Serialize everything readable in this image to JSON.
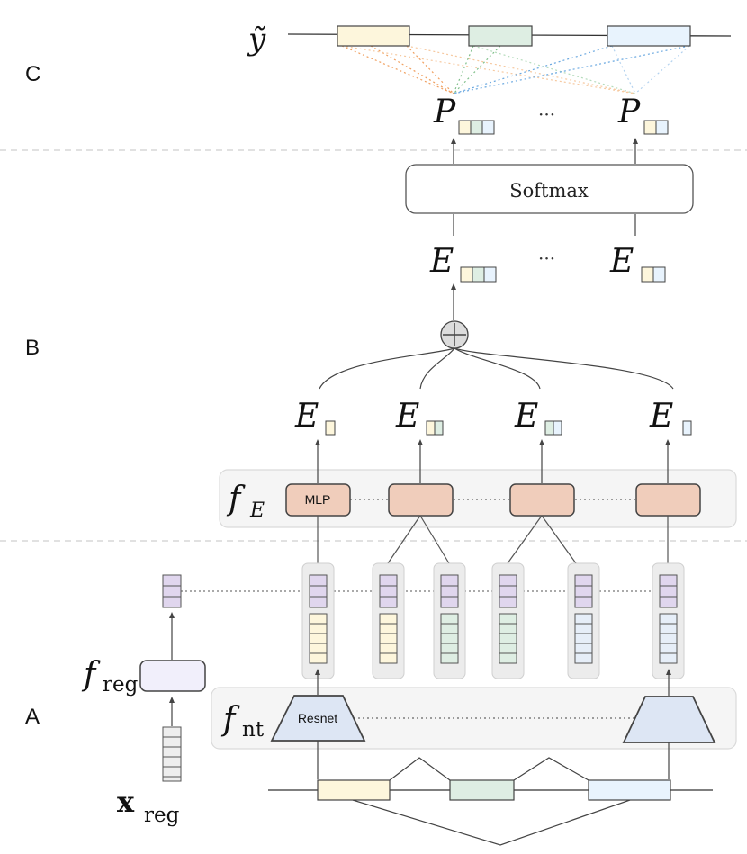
{
  "sections": {
    "a": "A",
    "b": "B",
    "c": "C"
  },
  "labels": {
    "y_tilde": "ỹ",
    "P": "P",
    "E": "E",
    "ellipsis": "···",
    "softmax": "Softmax",
    "f": "f",
    "f_E_sub": "E",
    "f_reg_sub": "reg",
    "f_nt_sub": "nt",
    "x_reg_main": "x",
    "x_reg_sub": "reg",
    "mlp": "MLP",
    "resnet": "Resnet"
  },
  "colors": {
    "exon1": "#fdf6dc",
    "exon2": "#deeee3",
    "exon3": "#e8f3fd",
    "regulatory": "#e0d6ee",
    "mlp": "#f0cdbb",
    "resnet": "#dde6f4",
    "f_reg_box": "#f1effb",
    "panel": "#f2f2f2"
  }
}
